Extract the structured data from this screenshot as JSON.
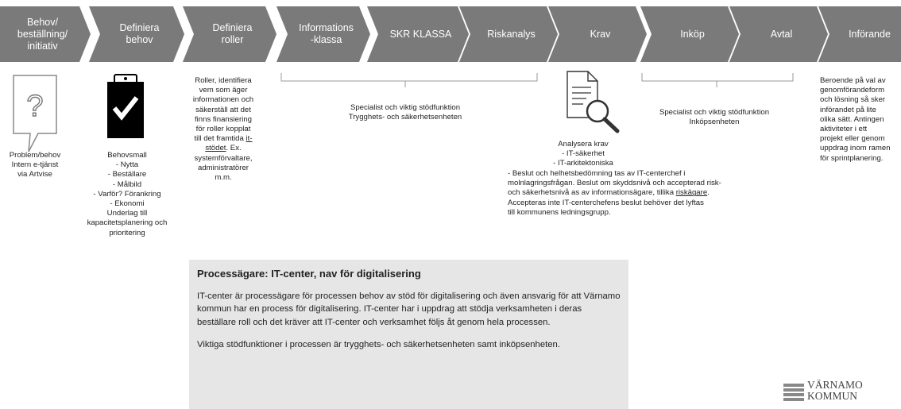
{
  "colors": {
    "chevron_fill": "#7a7a7a",
    "chevron_text": "#ffffff",
    "box_fill": "#e6e6e6",
    "bracket": "#9a9a9a"
  },
  "steps": [
    {
      "label": "Behov/\nbeställning/\ninitiativ"
    },
    {
      "label": "Definiera\nbehov"
    },
    {
      "label": "Definiera\nroller"
    },
    {
      "label": "Informations\n-klassa"
    },
    {
      "label": "SKR KLASSA"
    },
    {
      "label": "Riskanalys"
    },
    {
      "label": "Krav"
    },
    {
      "label": "Inköp"
    },
    {
      "label": "Avtal"
    },
    {
      "label": "Införande"
    }
  ],
  "icons": {
    "step1": "question-speech-bubble-icon",
    "step2": "clipboard-check-icon",
    "krav": "document-magnifier-icon"
  },
  "col1": {
    "text": "Problem/behov\nIntern e-tjänst\nvia Artvise"
  },
  "col2": {
    "text": "Behovsmall\n- Nytta\n- Beställare\n- Målbild\n- Varför? Förankring\n- Ekonomi\nUnderlag till\nkapacitetsplanering och\nprioritering"
  },
  "col3": {
    "text_main": "Roller, identifiera\nvem som äger\ninformationen och\nsäkerställ att det\nfinns finansiering\nför roller kopplat\ntill det framtida ",
    "text_link": "it-\nstödet",
    "text_end": ". Ex.\nsystemförvaltare,\nadministratörer\nm.m."
  },
  "support_security": {
    "text": "Specialist och viktig stödfunktion\nTrygghets- och säkerhetsenheten"
  },
  "support_purchase": {
    "text": "Specialist och viktig stödfunktion\nInköpsenheten"
  },
  "krav_block": {
    "intro": "Analysera krav\n- IT-säkerhet\n- IT-arkitektoniska",
    "decision_a": "- Beslut och helhetsbedömning tas av IT-centerchef i\nmolnlagringsfrågan.  Beslut om skyddsnivå och accepterad risk-\noch säkerhetsnivå as av informationsägare, tillika ",
    "decision_link": "riskägare",
    "decision_b": ".\nAccepteras inte IT-centerchefens beslut behöver det lyftas\ntill kommunens ledningsgrupp."
  },
  "col_last": {
    "text": "Beroende på val av\ngenomförandeform\noch lösning så sker\ninförandet på lite\nolika sätt. Antingen\naktiviteter i ett\nprojekt eller genom\nuppdrag inom ramen\nför sprintplanering."
  },
  "process_box": {
    "title": "Processägare: IT-center, nav för digitalisering",
    "para1": "IT-center är processägare för processen behov av stöd för digitalisering och även ansvarig för att Värnamo kommun har en process för digitalisering. IT-center har i uppdrag att stödja verksamheten i deras beställare roll och det kräver att IT-center och verksamhet följs åt genom hela processen.",
    "para2": "Viktiga stödfunktioner i processen är trygghets- och säkerhetsenheten samt inköpsenheten."
  },
  "logo": {
    "text": "VÄRNAMO\nKOMMUN",
    "icon": "varnamo-logo-icon"
  }
}
